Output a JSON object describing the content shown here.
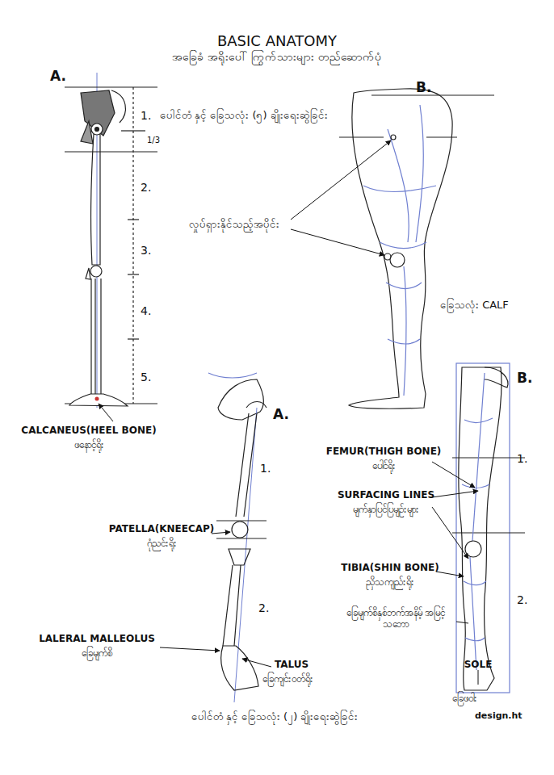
{
  "diagram": {
    "title": "BASIC ANATOMY",
    "labels": [
      "အခြေခံ အရိုးပေါ် ကြွက်သားများ တည်ဆောက်ပုံ",
      "A.",
      "1.",
      "1/3",
      "ပေါင်တံ နှင့် ခြေသလုံး (၅) ချိုးရေးဆွဲခြင်း",
      "B.",
      "2.",
      "3.",
      "4.",
      "5.",
      "လှုပ်ရှားနိုင်သည့်အပိုင်း",
      "ခြေသလုံး CALF",
      "CALCANEUS(HEEL BONE)",
      "ဖနောင့်ရိုး",
      "A.",
      "1.",
      "FEMUR(THIGH BONE)",
      "ပေါင်ရိုး",
      "B.",
      "1.",
      "PATELLA(KNEECAP)",
      "ဂုံညင်းရိုး",
      "SURFACING LINES",
      "မျက်နှာပြင်ပြမျဉ်းများ",
      "2.",
      "2.",
      "TIBIA(SHIN BONE)",
      "ညှိသကျည်းရိုး",
      "LALERAL MALLEOLUS",
      "ခြေမျက်စိ",
      "ခြေမျက်စိနှစ်ဘက်အနိမ့် အမြင့်သဘော",
      "TALUS",
      "ခြေကျင်းဝတ်ရိုး",
      "SOLE",
      "ခြေဖဝါး",
      "ပေါင်တံ နှင့် ခြေသလုံး (၂) ချိုးရေးဆွဲခြင်း",
      "design.ht"
    ]
  }
}
